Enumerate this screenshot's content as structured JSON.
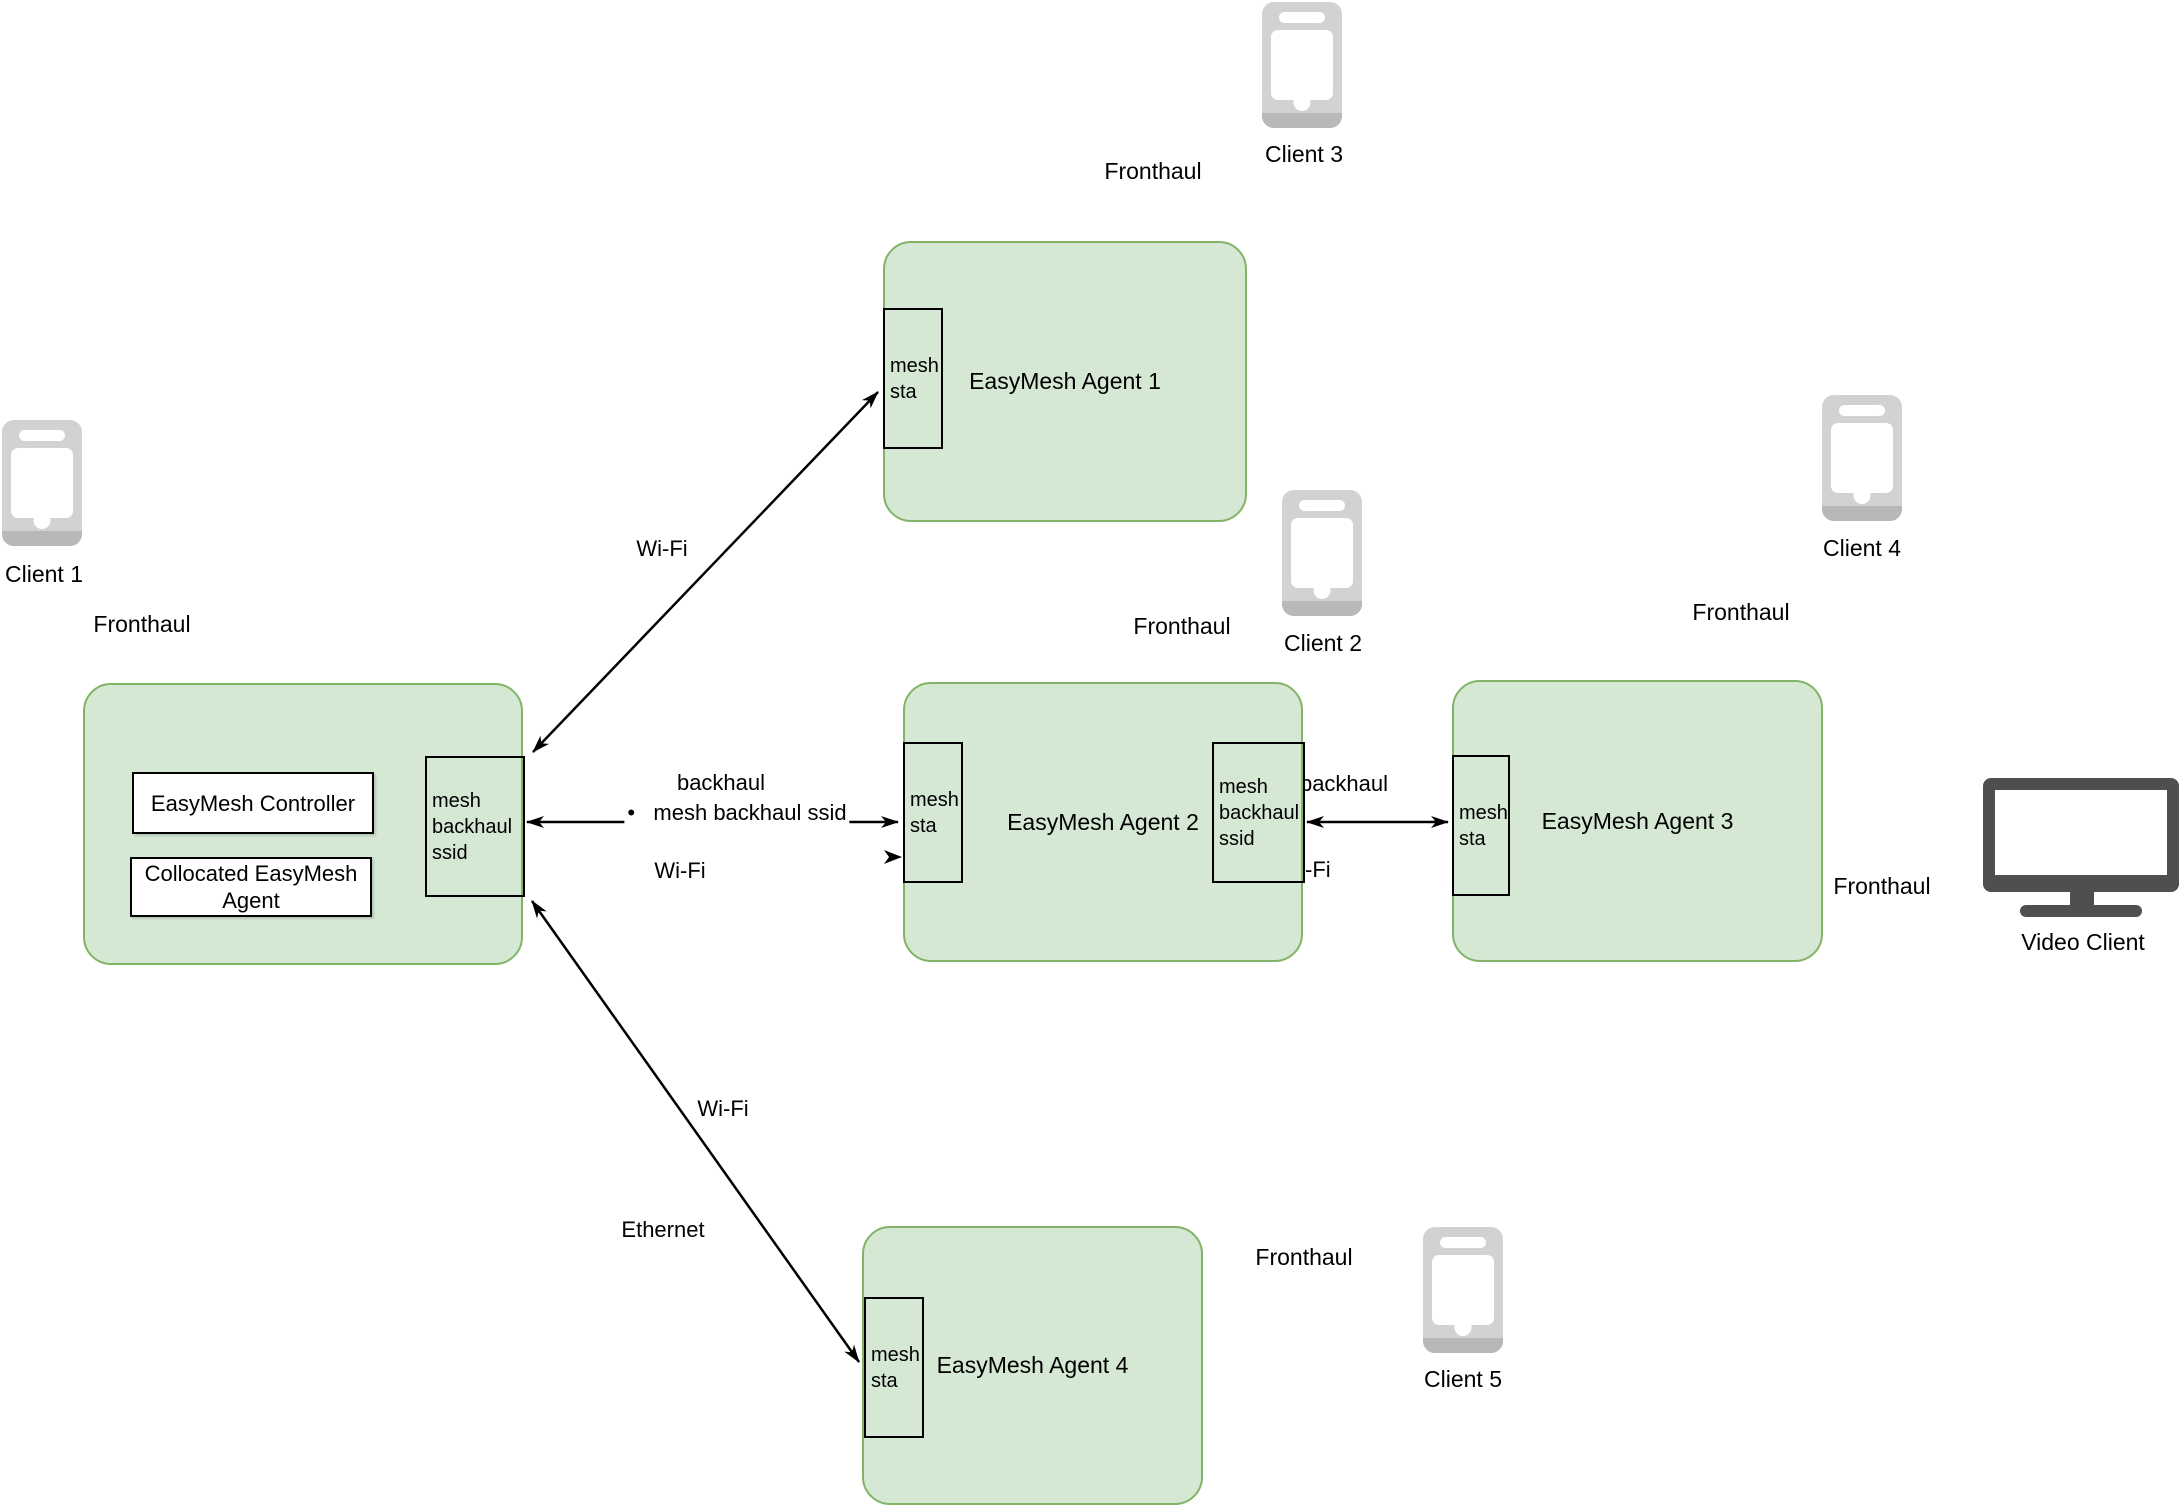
{
  "colors": {
    "canvas_bg": "#ffffff",
    "node_fill": "#d5e8d4",
    "node_stroke": "#82b366",
    "line_color": "#000000",
    "phone_body": "#d1d2d2",
    "phone_band": "#b7b8b8",
    "monitor_color": "#4f4f4f"
  },
  "controller": {
    "title": "EasyMesh Controller",
    "subtitle": "Collocated EasyMesh Agent",
    "port": "mesh backhaul ssid"
  },
  "agent1": {
    "label": "EasyMesh Agent 1",
    "port": "mesh sta"
  },
  "agent2": {
    "label": "EasyMesh Agent 2",
    "port_left": "mesh sta",
    "port_right": "mesh backhaul ssid"
  },
  "agent3": {
    "label": "EasyMesh Agent 3",
    "port": "mesh sta"
  },
  "agent4": {
    "label": "EasyMesh Agent 4",
    "port": "mesh sta"
  },
  "clients": [
    {
      "label": "Client 1"
    },
    {
      "label": "Client 2"
    },
    {
      "label": "Client 3"
    },
    {
      "label": "Client 4"
    },
    {
      "label": "Client 5"
    },
    {
      "label": "Video Client"
    }
  ],
  "labels": {
    "fronthaul": "Fronthaul"
  },
  "edges": {
    "controller_agent1": {
      "label": "Wi-Fi"
    },
    "controller_agent2": {
      "label_top": "backhaul",
      "label_mid": "•   mesh backhaul ssid",
      "label_bottom": "Wi-Fi"
    },
    "controller_agent4": {
      "label_top": "Wi-Fi",
      "label_bottom": "Ethernet"
    },
    "agent2_agent3": {
      "label_top": "backhaul",
      "label_bottom": "Wi-Fi"
    }
  }
}
